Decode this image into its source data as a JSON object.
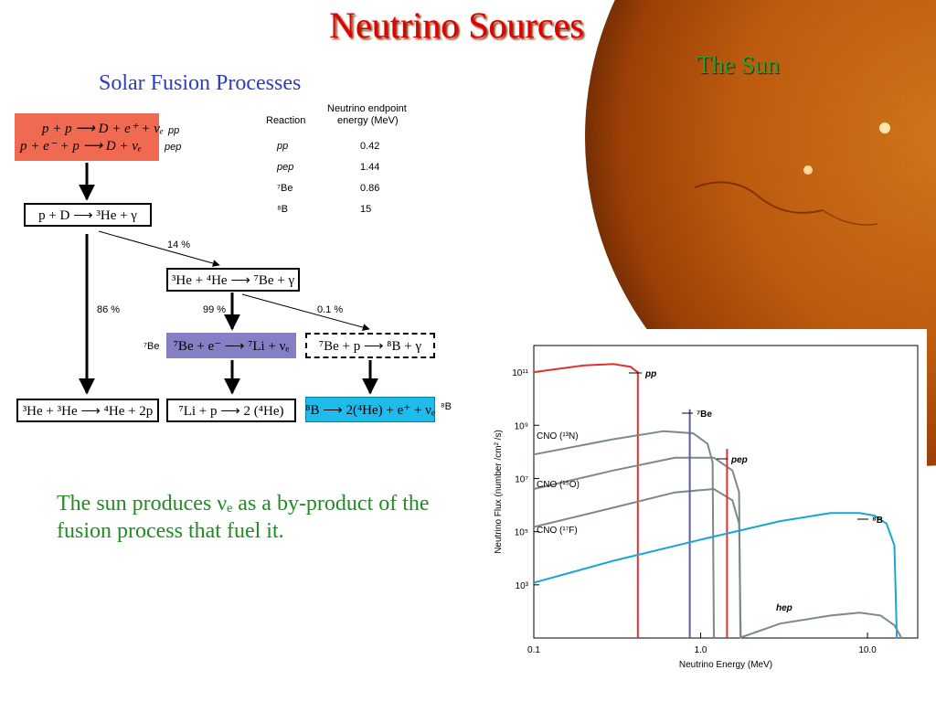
{
  "title": "Neutrino Sources",
  "sun_label": "The Sun",
  "subtitle": "Solar Fusion Processes",
  "colors": {
    "title": "#e00000",
    "sun_label": "#2f9e2f",
    "subtitle": "#2a3dc4",
    "statement": "#1e8f1e",
    "pp_box": "#ef6a50",
    "be7_box": "#8580c4",
    "b8_box": "#1fbbea"
  },
  "flow": {
    "pp_box": {
      "line1": "p + p ⟶ D + e⁺ + νₑ",
      "line1_tag": "pp",
      "line2": "p + e⁻ + p ⟶ D + νₑ",
      "line2_tag": "pep"
    },
    "pd_box": "p + D ⟶ ³He + γ",
    "he3he4_box": "³He + ⁴He ⟶ ⁷Be + γ",
    "be7e_box": "⁷Be + e⁻ ⟶ ⁷Li + νₑ",
    "be7p_box": "⁷Be + p ⟶ ⁸B + γ",
    "he3he3_box": "³He + ³He ⟶ ⁴He + 2p",
    "li7p_box": "⁷Li + p ⟶ 2 (⁴He)",
    "b8_box": "⁸B ⟶ 2(⁴He) + e⁺ + νₑ",
    "be7_tag": "⁷Be",
    "b8_tag": "⁸B",
    "pct_14": "14 %",
    "pct_86": "86 %",
    "pct_99": "99 %",
    "pct_01": "0.1 %"
  },
  "reaction_table": {
    "headers": [
      "Reaction",
      "Neutrino endpoint energy (MeV)"
    ],
    "header2_line1": "Neutrino endpoint",
    "header2_line2": "energy (MeV)",
    "rows": [
      {
        "reaction": "pp",
        "energy": "0.42"
      },
      {
        "reaction": "pep",
        "energy": "1.44"
      },
      {
        "reaction": "⁷Be",
        "energy": "0.86"
      },
      {
        "reaction": "⁸B",
        "energy": "15"
      }
    ]
  },
  "statement": "The sun produces νₑ as a by-product of the fusion process that fuel it.",
  "chart_data": {
    "type": "line",
    "xlabel": "Neutrino Energy (MeV)",
    "ylabel": "Neutrino Flux (number /cm² /s)",
    "x_scale": "log",
    "y_scale": "log",
    "xlim": [
      0.1,
      20
    ],
    "ylim": [
      10,
      1000000000000.0
    ],
    "x_ticks": [
      0.1,
      1.0,
      10.0
    ],
    "x_tick_labels": [
      "0.1",
      "1.0",
      "10.0"
    ],
    "y_ticks": [
      1000.0,
      100000.0,
      10000000.0,
      1000000000.0,
      100000000000.0
    ],
    "y_tick_labels": [
      "10³",
      "10⁵",
      "10⁷",
      "10⁹",
      "10¹¹"
    ],
    "grid": false,
    "series": [
      {
        "name": "pp",
        "label": "pp",
        "color": "#e03030",
        "x": [
          0.1,
          0.2,
          0.3,
          0.38,
          0.41,
          0.42,
          0.42
        ],
        "y": [
          100000000000.0,
          180000000000.0,
          200000000000.0,
          160000000000.0,
          110000000000.0,
          100000000000.0,
          10
        ]
      },
      {
        "name": "CNO (¹³N)",
        "label": "CNO (¹³N)",
        "color": "#7a8a8a",
        "x": [
          0.1,
          0.3,
          0.6,
          0.9,
          1.1,
          1.18,
          1.2
        ],
        "y": [
          80000000.0,
          300000000.0,
          600000000.0,
          500000000.0,
          200000000.0,
          40000000.0,
          10
        ]
      },
      {
        "name": "CNO (¹⁵O)",
        "label": "CNO (¹⁵O)",
        "color": "#7a8a8a",
        "x": [
          0.1,
          0.3,
          0.7,
          1.2,
          1.55,
          1.7,
          1.73
        ],
        "y": [
          4000000.0,
          20000000.0,
          60000000.0,
          60000000.0,
          20000000.0,
          3000000.0,
          10
        ]
      },
      {
        "name": "CNO (¹⁷F)",
        "label": "CNO (¹⁷F)",
        "color": "#7a8a8a",
        "x": [
          0.1,
          0.3,
          0.7,
          1.2,
          1.55,
          1.7,
          1.74
        ],
        "y": [
          150000.0,
          800000.0,
          3000000.0,
          4000000.0,
          1500000.0,
          200000.0,
          10
        ]
      },
      {
        "name": "⁷Be",
        "label": "⁷Be",
        "color": "#5a5ea0",
        "x": [
          0.86,
          0.86
        ],
        "y": [
          4000000000.0,
          10
        ]
      },
      {
        "name": "pep",
        "label": "pep",
        "color": "#e03030",
        "x": [
          1.44,
          1.44
        ],
        "y": [
          130000000.0,
          10
        ]
      },
      {
        "name": "⁸B",
        "label": "⁸B",
        "color": "#1aa6d4",
        "x": [
          0.1,
          0.3,
          1.0,
          3.0,
          6.0,
          9.0,
          11.0,
          13.0,
          14.5,
          15.0
        ],
        "y": [
          1200.0,
          8000.0,
          50000.0,
          250000.0,
          500000.0,
          500000.0,
          400000.0,
          200000.0,
          30000.0,
          10
        ]
      },
      {
        "name": "hep",
        "label": "hep",
        "color": "#7a8a8a",
        "x": [
          1.7,
          3.0,
          6.0,
          9.0,
          12.0,
          14.5,
          16.0
        ],
        "y": [
          10,
          35,
          70,
          90,
          70,
          30,
          10
        ]
      }
    ]
  }
}
